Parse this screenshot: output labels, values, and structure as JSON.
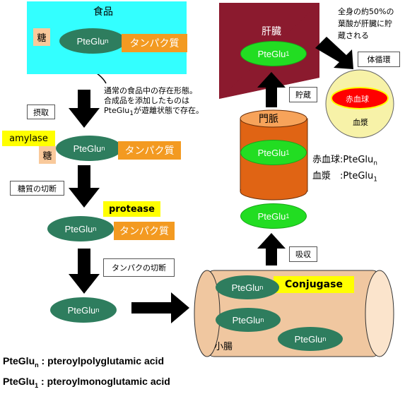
{
  "food_box": {
    "title": "食品",
    "sugar": "糖",
    "pteglu_n": "PteGlu",
    "sub_n": "n",
    "protein": "タンパク質"
  },
  "note_food": [
    "通常の食品中の存在形態。",
    "合成品を添加したものは",
    "PteGlu",
    "1",
    "が遊離状態で存在。"
  ],
  "steps": {
    "intake": "摂取",
    "sugar_cut": "糖質の切断",
    "protein_cut": "タンパクの切断",
    "absorption": "吸収",
    "storage": "貯蔵",
    "circulation": "体循環"
  },
  "stage2": {
    "amylase": "amylase",
    "sugar": "糖",
    "pteglu": "PteGlu",
    "sub": "n",
    "protein": "タンパク質"
  },
  "stage3": {
    "protease": "protease",
    "pteglu": "PteGlu",
    "sub": "n",
    "protein": "タンパク質"
  },
  "stage4": {
    "pteglu": "PteGlu",
    "sub": "n"
  },
  "intestine": {
    "conjugase": "Conjugase",
    "label": "小腸",
    "e1": "PteGlu",
    "e2": "PteGlu",
    "e3": "PteGlu",
    "sub": "n"
  },
  "portal": {
    "title": "門脈",
    "pteglu": "PteGlu",
    "sub": "1"
  },
  "after_absorb": {
    "pteglu": "PteGlu",
    "sub": "1"
  },
  "liver": {
    "title": "肝臓",
    "pteglu": "PteGlu",
    "sub": "1",
    "note": [
      "全身の約50%の",
      "葉酸が肝臓に貯",
      "蔵される"
    ]
  },
  "blood": {
    "rbc": "赤血球",
    "plasma": "血漿"
  },
  "rbc_info": {
    "l1": "赤血球:PteGlu",
    "s1": "n",
    "l2": "血漿　:PteGlu",
    "s2": "1"
  },
  "legend": {
    "l1_a": "PteGlu",
    "l1_sub": "n",
    "l1_b": " : pteroylpolyglutamic acid",
    "l2_a": "PteGlu",
    "l2_sub": "1",
    "l2_b": " : pteroylmonoglutamic acid"
  },
  "colors": {
    "cyan": "#33ffff",
    "dark_green": "#2e7d5e",
    "green": "#22dd22",
    "orange": "#f39a21",
    "peach": "#f9c99b",
    "yellow": "#ffff00",
    "liver": "#8b1a2e",
    "tan": "#f0c7a0"
  }
}
